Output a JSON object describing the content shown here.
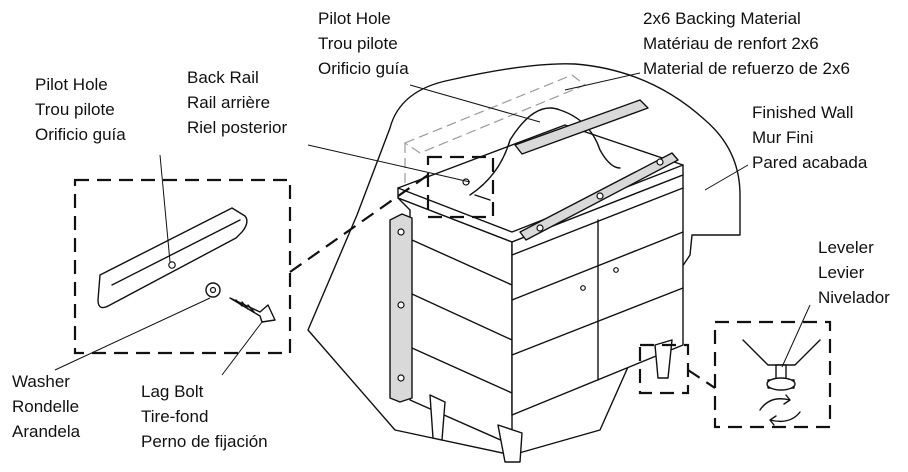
{
  "labels": {
    "pilot_hole_top": [
      "Pilot Hole",
      "Trou pilote",
      "Orificio guía"
    ],
    "backing_material": [
      "2x6 Backing Material",
      "Matériau de renfort 2x6",
      "Material de refuerzo de 2x6"
    ],
    "pilot_hole_left": [
      "Pilot Hole",
      "Trou pilote",
      "Orificio guía"
    ],
    "back_rail": [
      "Back Rail",
      "Rail arrière",
      "Riel posterior"
    ],
    "finished_wall": [
      "Finished Wall",
      "Mur Fini",
      "Pared acabada"
    ],
    "leveler": [
      "Leveler",
      "Levier",
      "Nivelador"
    ],
    "washer": [
      "Washer",
      "Rondelle",
      "Arandela"
    ],
    "lag_bolt": [
      "Lag Bolt",
      "Tire-fond",
      "Perno de fijación"
    ]
  },
  "colors": {
    "line": "#111111",
    "ghost": "#9a9a9a",
    "rail": "#d9d9d9"
  }
}
